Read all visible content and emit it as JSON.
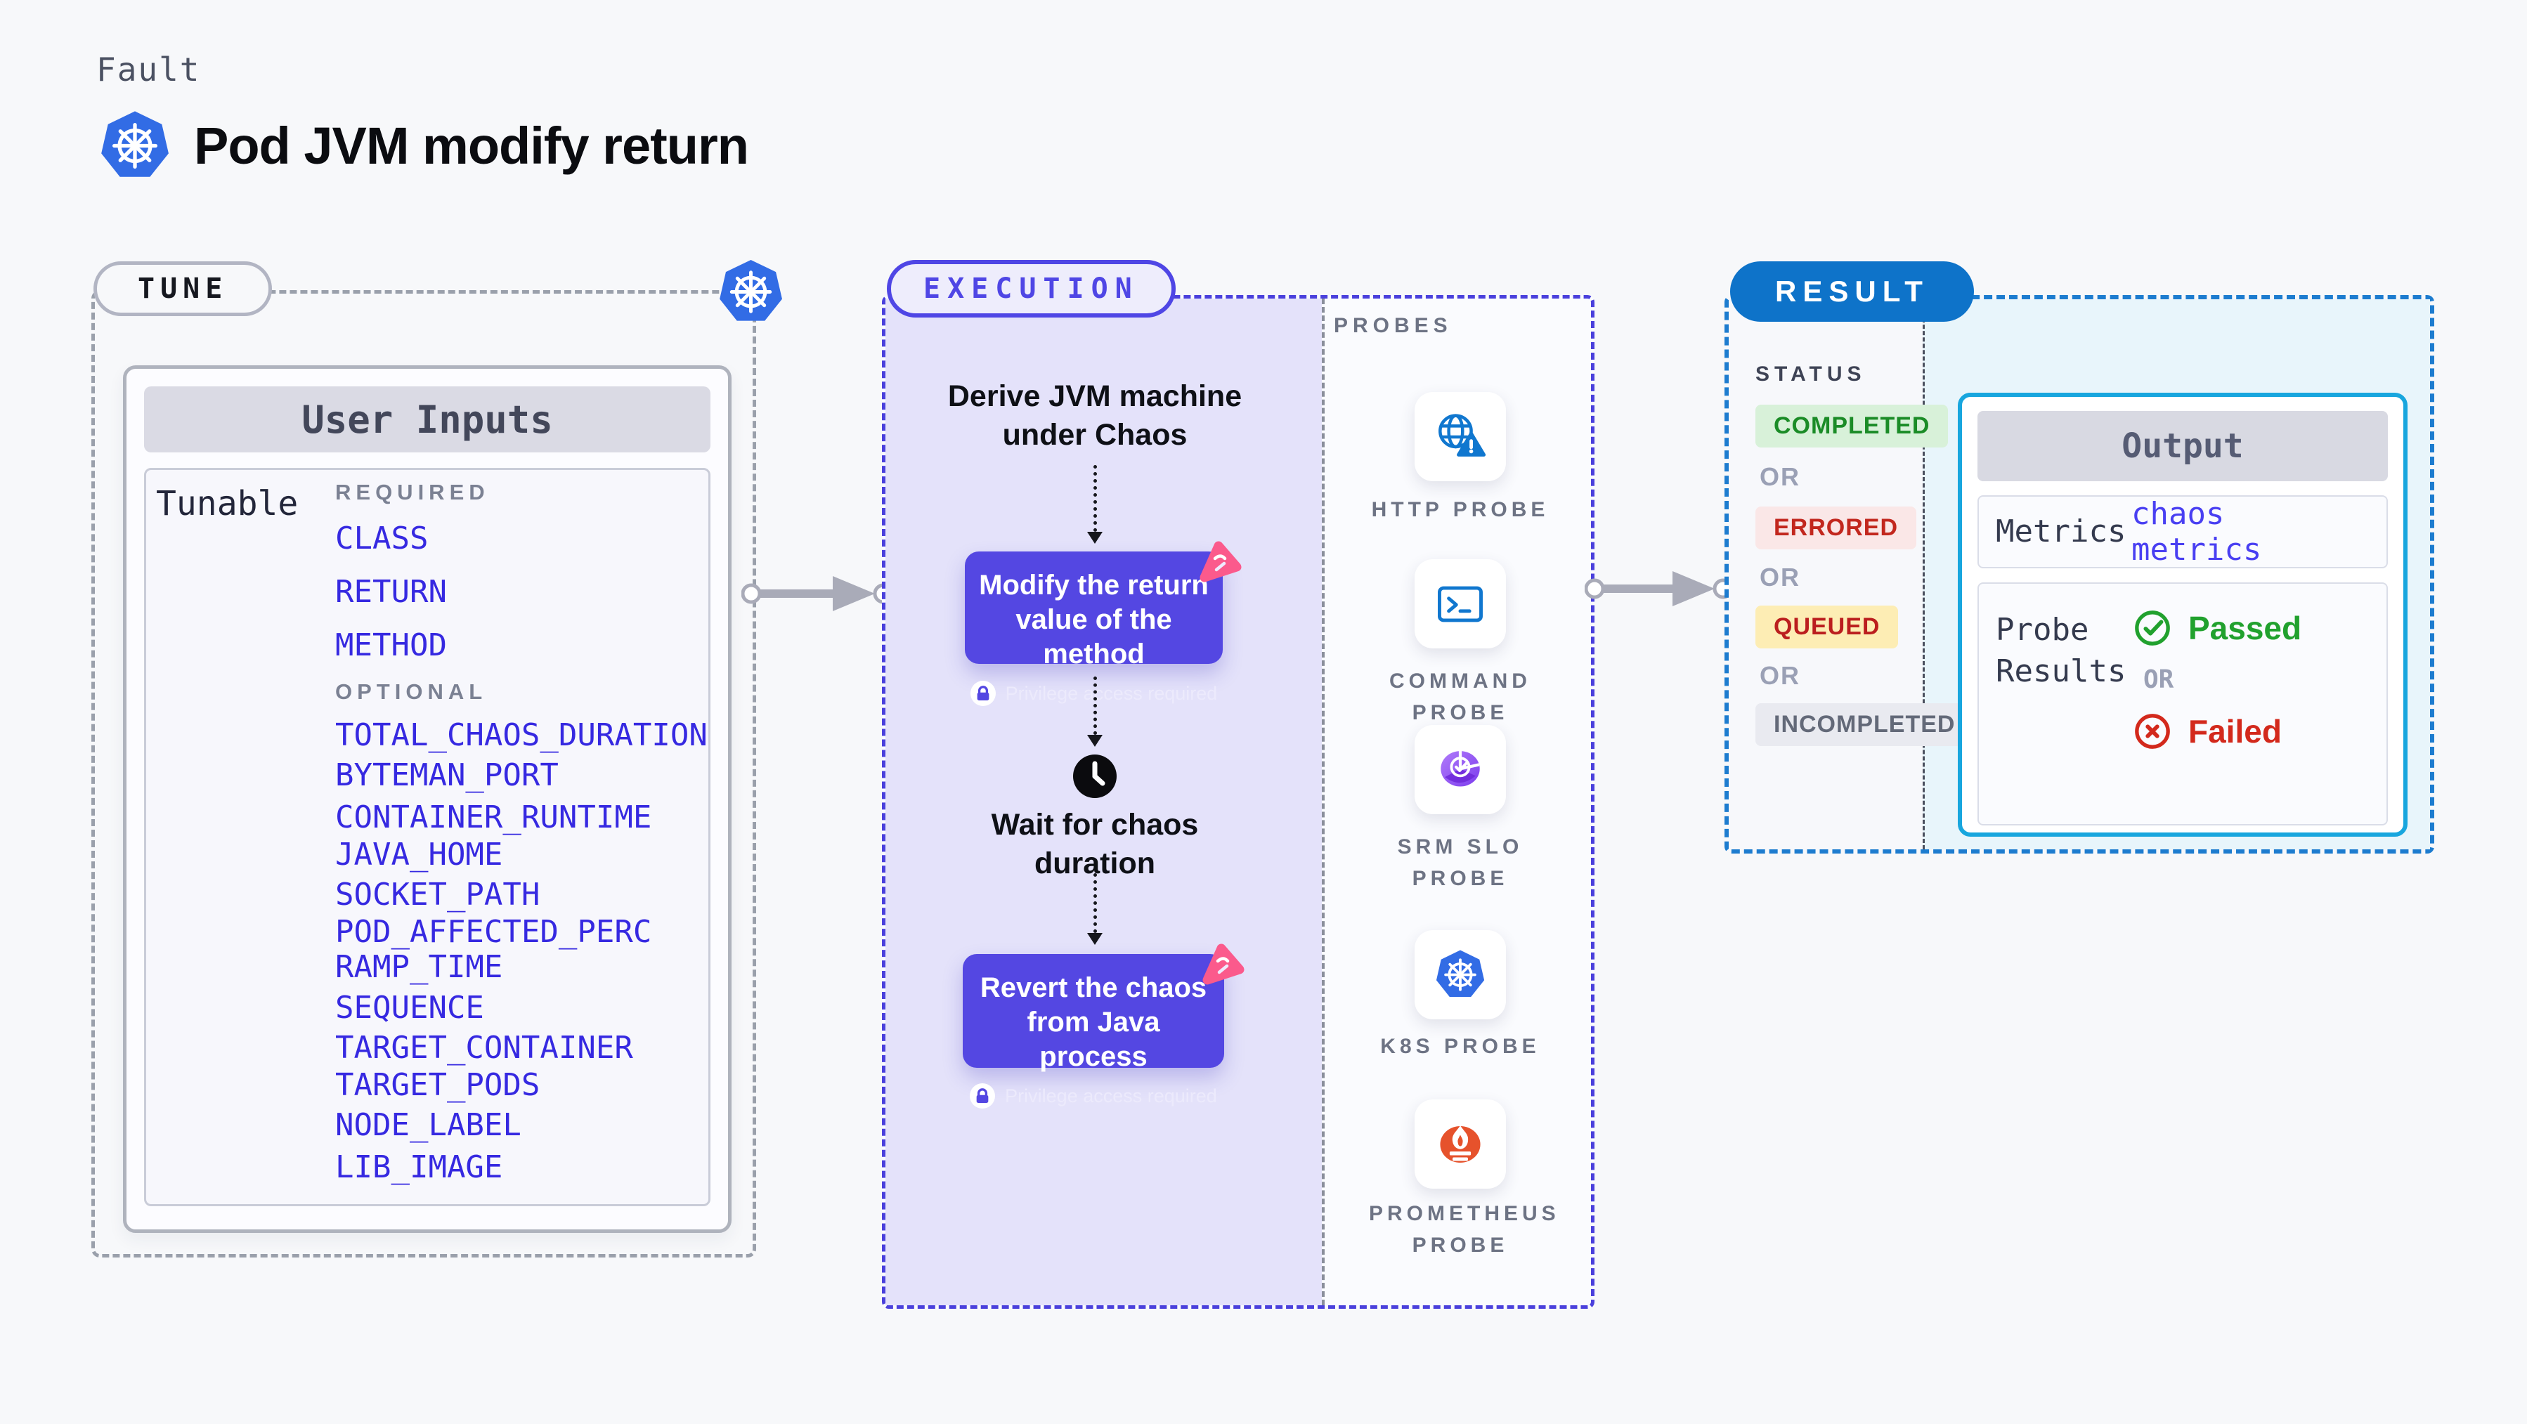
{
  "header": {
    "eyebrow": "Fault",
    "title": "Pod JVM modify return",
    "icon": "kubernetes-icon"
  },
  "tune": {
    "badge": "TUNE",
    "corner_icon": "kubernetes-icon",
    "panel_title": "User Inputs",
    "group_label": "Tunable",
    "required_label": "REQUIRED",
    "optional_label": "OPTIONAL",
    "required_items": [
      "CLASS",
      "RETURN",
      "METHOD"
    ],
    "optional_items": [
      "TOTAL_CHAOS_DURATION",
      "BYTEMAN_PORT",
      "CONTAINER_RUNTIME",
      "JAVA_HOME",
      "SOCKET_PATH",
      "POD_AFFECTED_PERC",
      "RAMP_TIME",
      "SEQUENCE",
      "TARGET_CONTAINER",
      "TARGET_PODS",
      "NODE_LABEL",
      "LIB_IMAGE"
    ]
  },
  "execution": {
    "badge": "EXECUTION",
    "step_derive": "Derive JVM machine under Chaos",
    "step_modify": "Modify the return value of the method",
    "step_wait": "Wait for chaos duration",
    "step_revert": "Revert the chaos from Java process",
    "privilege_note": "Privilege access required",
    "wait_icon": "clock-icon",
    "step_badge_icon": "chaos-icon"
  },
  "probes": {
    "label": "PROBES",
    "items": [
      {
        "icon": "globe-warning-icon",
        "label": "HTTP PROBE"
      },
      {
        "icon": "terminal-icon",
        "label": "COMMAND PROBE"
      },
      {
        "icon": "slo-pie-icon",
        "label": "SRM SLO PROBE"
      },
      {
        "icon": "kubernetes-icon",
        "label": "K8S PROBE"
      },
      {
        "icon": "prometheus-icon",
        "label": "PROMETHEUS PROBE"
      }
    ]
  },
  "result": {
    "badge": "RESULT",
    "status_label": "STATUS",
    "or_label": "OR",
    "statuses": [
      {
        "label": "COMPLETED",
        "fg": "#1b8c27",
        "bg": "#d8f1d9"
      },
      {
        "label": "ERRORED",
        "fg": "#c2271e",
        "bg": "#fae7e7"
      },
      {
        "label": "QUEUED",
        "fg": "#bb1e1e",
        "bg": "#fdedb4"
      },
      {
        "label": "INCOMPLETED",
        "fg": "#636978",
        "bg": "#e9eaf0"
      }
    ],
    "output": {
      "title": "Output",
      "metrics_label": "Metrics",
      "metrics_value": "chaos metrics",
      "probe_results_label": "Probe Results",
      "passed_label": "Passed",
      "or_label": "OR",
      "failed_label": "Failed"
    }
  },
  "colors": {
    "page_bg": "#f7f8fa",
    "accent_indigo": "#4f46e5",
    "chaos_box_purple": "#5447e2",
    "tunable_item_blue": "#3629e1",
    "result_badge_blue": "#0e73c9",
    "output_border_cyan": "#18a6de",
    "chaos_badge_pink": "#fb5a8c",
    "passed_green": "#21a12e",
    "failed_red": "#d3291c",
    "kubernetes_blue": "#326ce5",
    "probe_icon_blue": "#1077cf",
    "prometheus_orange": "#e6522c",
    "execution_lavender": "#e4e2fa",
    "result_cyan_bg": "#e8f5fb"
  }
}
